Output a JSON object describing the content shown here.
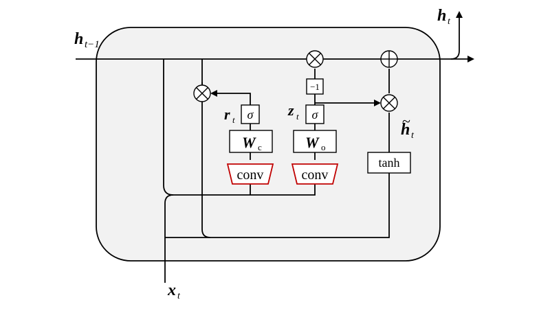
{
  "variables": {
    "h_prev": {
      "base": "h",
      "sub": "t−1"
    },
    "h_out": {
      "base": "h",
      "sub": "t"
    },
    "x_in": {
      "base": "x",
      "sub": "t"
    },
    "r_gate": {
      "base": "r",
      "sub": "t"
    },
    "z_gate": {
      "base": "z",
      "sub": "t"
    },
    "h_cand": {
      "base": "h",
      "sub": "t",
      "accent": "~"
    }
  },
  "blocks": {
    "sigma_r": "σ",
    "sigma_z": "σ",
    "weight_c": {
      "base": "W",
      "sub": "c"
    },
    "weight_o": {
      "base": "W",
      "sub": "o"
    },
    "conv_left": "conv",
    "conv_right": "conv",
    "neg_one": "−1",
    "tanh": "tanh"
  },
  "operators": {
    "multiply": "⊗",
    "add": "⊕"
  },
  "colors": {
    "cell_fill": "#f2f2f2",
    "line": "#000000",
    "conv_border": "#c00000"
  }
}
